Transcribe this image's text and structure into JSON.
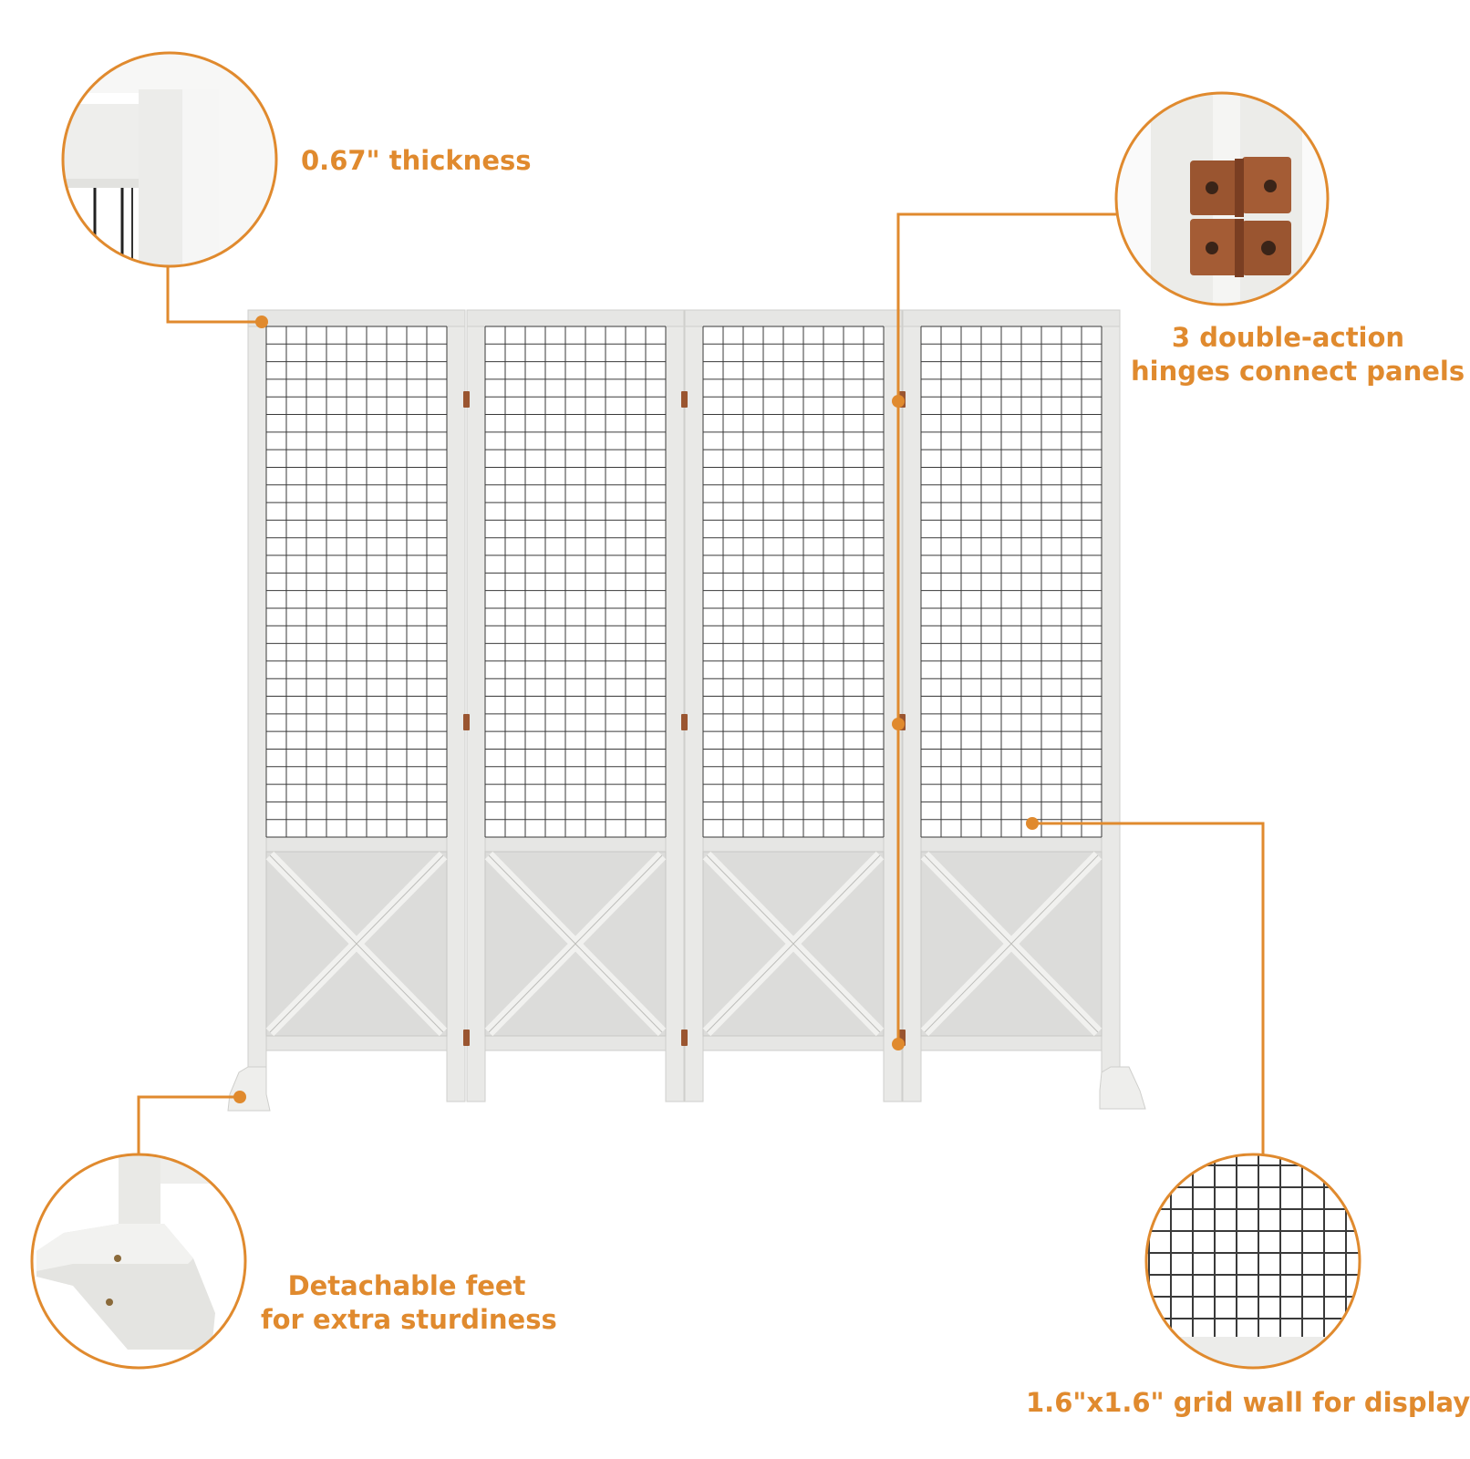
{
  "colors": {
    "accent": "#E08A2E",
    "panel_frame": "#E6E6E4",
    "panel_fill": "#DCDCDA",
    "grid_wire": "#3A3A3A",
    "hinge": "#9A5530",
    "background": "#FFFFFF"
  },
  "product": {
    "panel_count": 4,
    "hinge_count": 3
  },
  "callouts": {
    "thickness": {
      "label": "0.67\" thickness"
    },
    "hinges": {
      "line1": "3 double-action",
      "line2": "hinges connect panels"
    },
    "feet": {
      "line1": "Detachable feet",
      "line2": "for extra sturdiness"
    },
    "grid": {
      "label": "1.6\"x1.6\" grid wall for display"
    }
  },
  "icons": {
    "thickness_zoom": "frame-corner-zoom-icon",
    "hinge_zoom": "hinge-zoom-icon",
    "feet_zoom": "foot-zoom-icon",
    "grid_zoom": "grid-zoom-icon"
  }
}
